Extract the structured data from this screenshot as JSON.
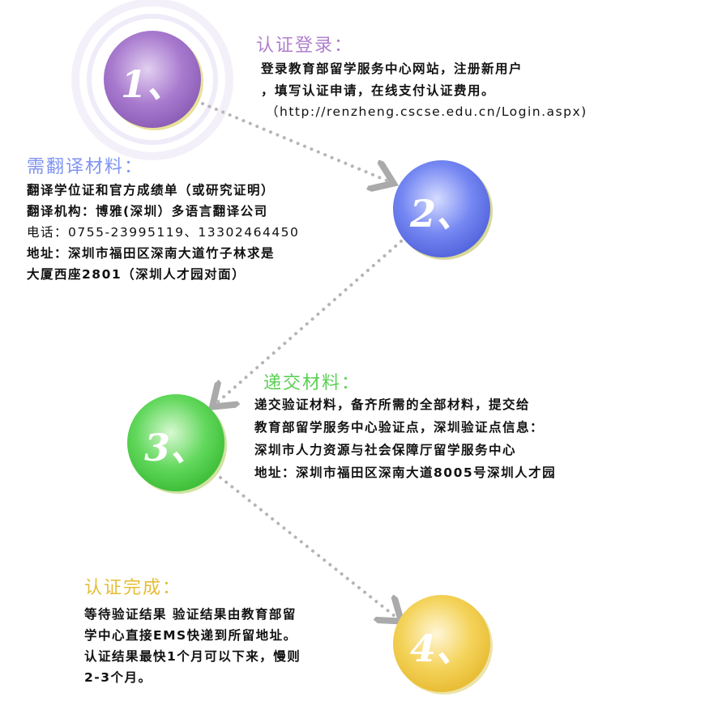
{
  "colors": {
    "step1": "#a97bcf",
    "step2": "#6f82f0",
    "step3": "#5fd65a",
    "step4": "#f2cf55",
    "text": "#111111"
  },
  "steps": [
    {
      "number": "1、",
      "title": "认证登录：",
      "lines": [
        "登录教育部留学服务中心网站，注册新用户",
        "，填写认证申请，在线支付认证费用。",
        "（http://renzheng.cscse.edu.cn/Login.aspx)"
      ]
    },
    {
      "number": "2、",
      "title": "需翻译材料：",
      "lines": [
        "翻译学位证和官方成绩单（或研究证明）",
        "翻译机构：博雅(深圳）多语言翻译公司",
        "电话：0755-23995119、13302464450",
        "地址：深圳市福田区深南大道竹子林求是",
        "大厦西座2801（深圳人才园对面）"
      ]
    },
    {
      "number": "3、",
      "title": "递交材料：",
      "lines": [
        "递交验证材料，备齐所需的全部材料，提交给",
        "教育部留学服务中心验证点，深圳验证点信息：",
        "深圳市人力资源与社会保障厅留学服务中心",
        "地址：深圳市福田区深南大道8005号深圳人才园"
      ]
    },
    {
      "number": "4、",
      "title": "认证完成：",
      "lines": [
        "等待验证结果 验证结果由教育部留",
        "学中心直接EMS快递到所留地址。",
        "认证结果最快1个月可以下来，慢则",
        "2-3个月。"
      ]
    }
  ]
}
